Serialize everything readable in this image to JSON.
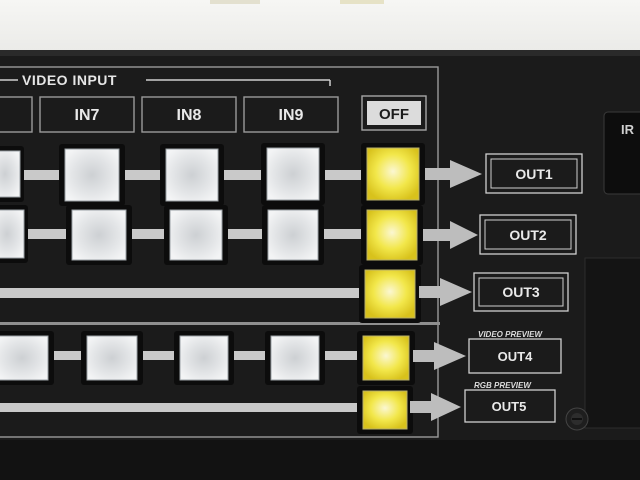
{
  "panel": {
    "section_title": "VIDEO INPUT",
    "inputs": [
      "IN7",
      "IN8",
      "IN9"
    ],
    "off_label": "OFF",
    "outputs": [
      "OUT1",
      "OUT2",
      "OUT3",
      "OUT4",
      "OUT5"
    ],
    "video_preview_label": "VIDEO PREVIEW",
    "rgb_preview_label": "RGB PREVIEW",
    "ir_label": "IR"
  },
  "colors": {
    "panel": "#1c1c1c",
    "line": "#c9c9c9",
    "button_off": "#e6e7e9",
    "button_lit": "#f3ec5a"
  }
}
